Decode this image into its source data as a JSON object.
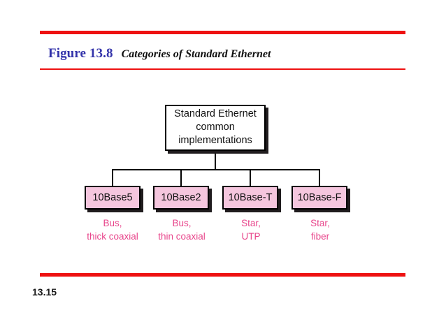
{
  "header": {
    "figure_label": "Figure 13.8",
    "figure_caption": "Categories of Standard Ethernet",
    "label_color": "#3333aa",
    "rule_color": "#ee1111"
  },
  "footer": {
    "page_number": "13.15"
  },
  "diagram": {
    "root": {
      "line1": "Standard Ethernet",
      "line2": "common",
      "line3": "implementations",
      "fill": "#ffffff",
      "border": "#000000"
    },
    "leaf_fill": "#f5c6de",
    "caption_color": "#e8458b",
    "leaves": [
      {
        "label": "10Base5",
        "caption_line1": "Bus,",
        "caption_line2": "thick coaxial"
      },
      {
        "label": "10Base2",
        "caption_line1": "Bus,",
        "caption_line2": "thin coaxial"
      },
      {
        "label": "10Base-T",
        "caption_line1": "Star,",
        "caption_line2": "UTP"
      },
      {
        "label": "10Base-F",
        "caption_line1": "Star,",
        "caption_line2": "fiber"
      }
    ]
  }
}
